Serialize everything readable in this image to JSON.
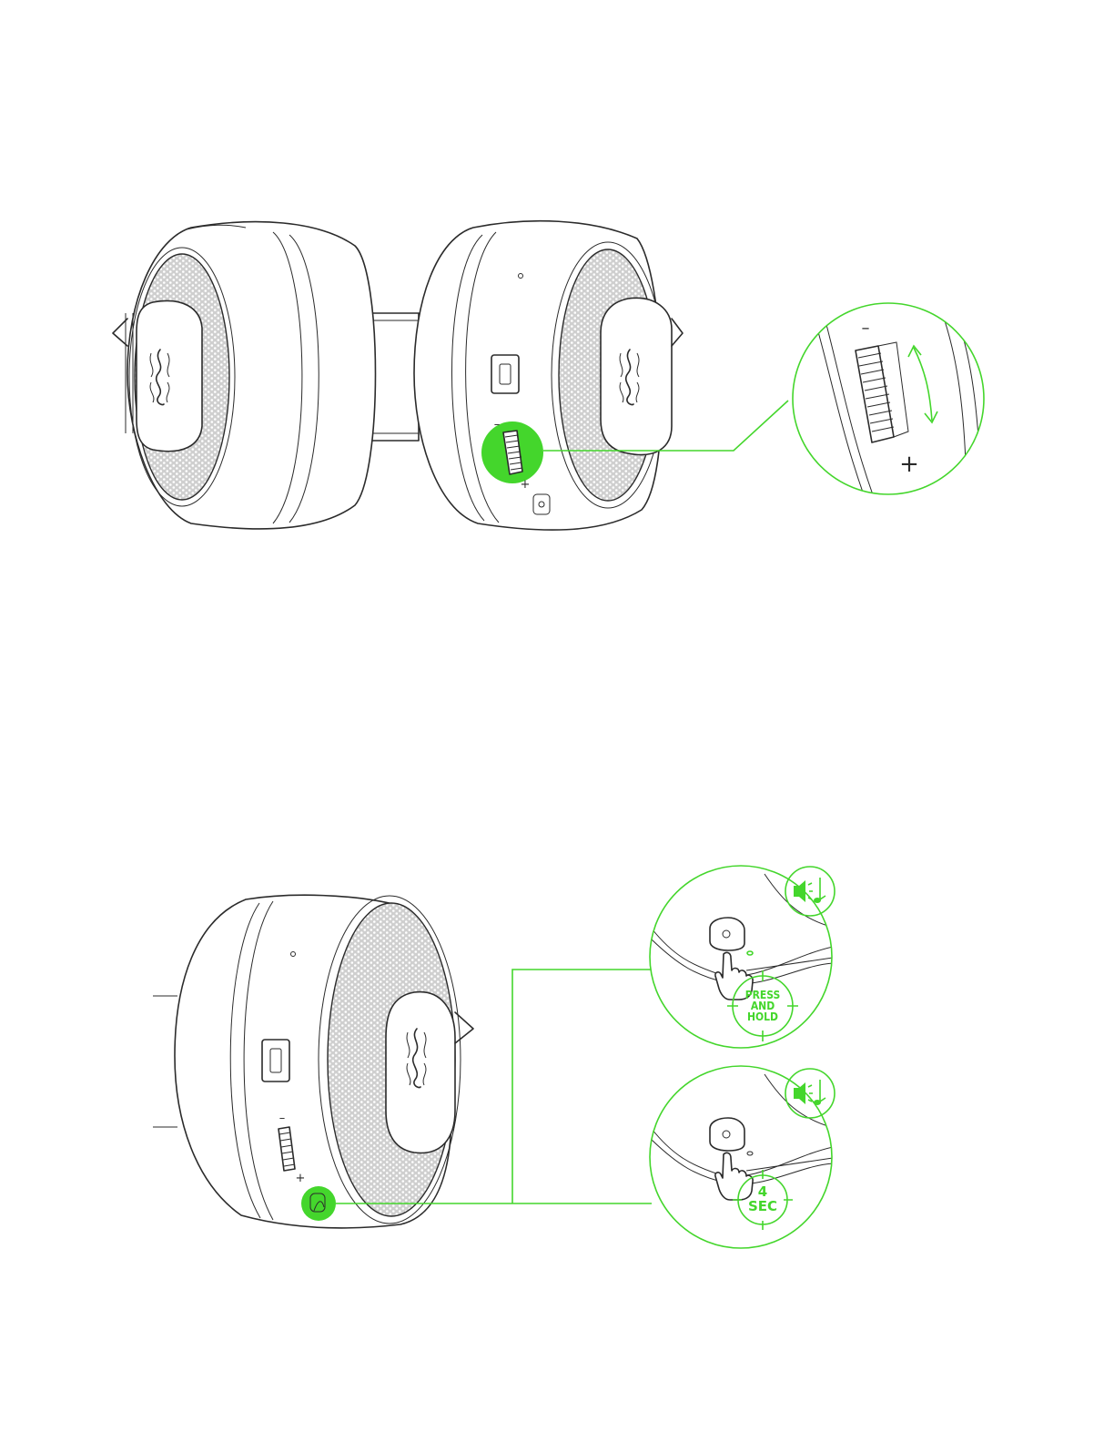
{
  "colors": {
    "accent": "#44d62c",
    "line": "#2b2b2b",
    "mesh": "#b9b9b9"
  },
  "figure_volume": {
    "minus_mark": "–",
    "plus_mark": "+",
    "icon": "volume-wheel-icon"
  },
  "figure_button": {
    "callout_top": {
      "lines": [
        "PRESS",
        "AND",
        "HOLD"
      ],
      "icon": "speaker-music-icon"
    },
    "callout_bottom": {
      "lines": [
        "4",
        "SEC"
      ],
      "icon": "speaker-music-icon"
    }
  }
}
